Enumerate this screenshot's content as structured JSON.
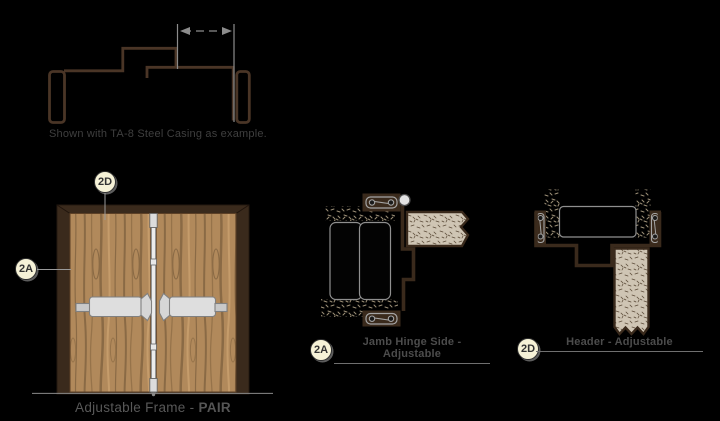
{
  "page": {
    "background": "#000000"
  },
  "casing_diagram": {
    "note": "Shown with TA-8 Steel Casing as example.",
    "dimension_icon": "wall-thickness-dimension-arrow"
  },
  "elevation": {
    "callout_top": "2D",
    "callout_left": "2A",
    "caption": {
      "prefix": "Adjustable Frame - ",
      "emphasis": "PAIR"
    }
  },
  "details": {
    "jamb": {
      "callout": "2A",
      "title": "Jamb Hinge Side - Adjustable"
    },
    "header": {
      "callout": "2D",
      "title": "Header - Adjustable"
    }
  },
  "colors": {
    "frame_brown": "#3a2a1c",
    "profile_brown": "#4a3526",
    "wood_base": "#b1895b",
    "wood_grain_dark": "#8a6a45",
    "wood_grain_light": "#c59c6b",
    "hardware_gray": "#dedede",
    "callout_fill": "#f6f2d7",
    "caption_gray": "#585858",
    "line_gray": "#8c8c8c",
    "door_section_fill": "#cfc5b4",
    "wall_speckle": "#9b8e76"
  }
}
